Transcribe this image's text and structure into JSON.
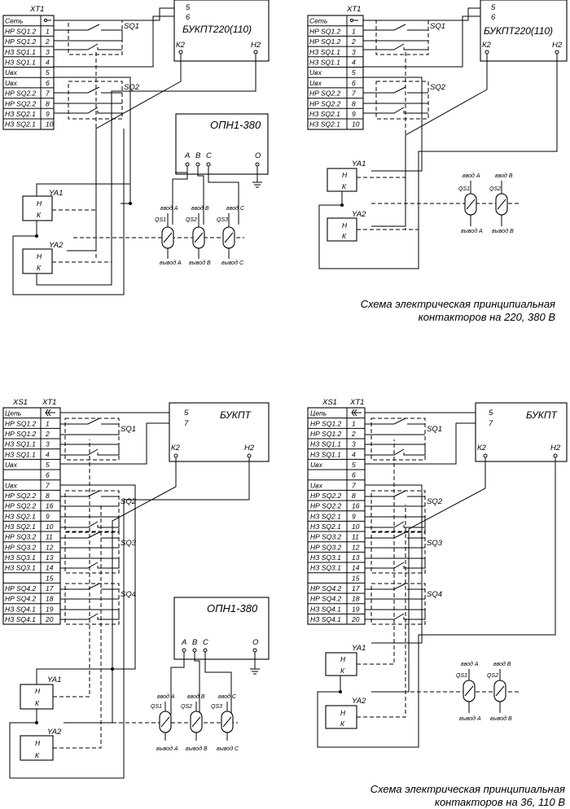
{
  "labels": {
    "xt1": "XT1",
    "xs1": "XS1",
    "bukpt_220": "БУКПТ220(110)",
    "bukpt": "БУКПТ",
    "opn": "ОПН1-380",
    "term5": "5",
    "term6": "6",
    "term7": "7",
    "k2": "К2",
    "h2": "Н2",
    "pA": "A",
    "pB": "B",
    "pC": "C",
    "pO": "O",
    "sq1": "SQ1",
    "sq2": "SQ2",
    "sq3": "SQ3",
    "sq4": "SQ4",
    "ya1": "YA1",
    "ya2": "YA2",
    "coil_n": "Н",
    "coil_k": "К",
    "qs1": "QS1",
    "qs2": "QS2",
    "qs3": "QS3",
    "in_a": "ввод A",
    "in_b": "ввод B",
    "in_c": "ввод C",
    "out_a": "вывод A",
    "out_b": "вывод B",
    "out_c": "вывод C",
    "caption1_line1": "Схема электрическая принципиальная",
    "caption1_line2": "контакторов на 220, 380 В",
    "caption2_line1": "Схема электрическая принципиальная",
    "caption2_line2": "контакторов на 36, 110 В"
  },
  "terminal_block_top": [
    {
      "name": "Сеть",
      "num": ""
    },
    {
      "name": "НР SQ1.2",
      "num": "1"
    },
    {
      "name": "НР SQ1.2",
      "num": "2"
    },
    {
      "name": "НЗ SQ1.1",
      "num": "3"
    },
    {
      "name": "НЗ SQ1.1",
      "num": "4"
    },
    {
      "name": "Uвх",
      "num": "5"
    },
    {
      "name": "Uвх",
      "num": "6"
    },
    {
      "name": "НР SQ2.2",
      "num": "7"
    },
    {
      "name": "НР SQ2.2",
      "num": "8"
    },
    {
      "name": "НЗ SQ2.1",
      "num": "9"
    },
    {
      "name": "НЗ SQ2.1",
      "num": "10"
    }
  ],
  "terminal_block_bottom": [
    {
      "name": "Цепь",
      "num": ""
    },
    {
      "name": "НР SQ1.2",
      "num": "1"
    },
    {
      "name": "НР SQ1.2",
      "num": "2"
    },
    {
      "name": "НЗ SQ1.1",
      "num": "3"
    },
    {
      "name": "НЗ SQ1.1",
      "num": "4"
    },
    {
      "name": "Uвх",
      "num": "5"
    },
    {
      "name": "",
      "num": "6"
    },
    {
      "name": "Uвх",
      "num": "7"
    },
    {
      "name": "НР SQ2.2",
      "num": "8"
    },
    {
      "name": "НР SQ2.2",
      "num": "16"
    },
    {
      "name": "НЗ SQ2.1",
      "num": "9"
    },
    {
      "name": "НЗ SQ2.1",
      "num": "10"
    },
    {
      "name": "НР SQ3.2",
      "num": "11"
    },
    {
      "name": "НР SQ3.2",
      "num": "12"
    },
    {
      "name": "НЗ SQ3.1",
      "num": "13"
    },
    {
      "name": "НЗ SQ3.1",
      "num": "14"
    },
    {
      "name": "",
      "num": "15"
    },
    {
      "name": "НР SQ4.2",
      "num": "17"
    },
    {
      "name": "НР SQ4.2",
      "num": "18"
    },
    {
      "name": "НЗ SQ4.1",
      "num": "19"
    },
    {
      "name": "НЗ SQ4.1",
      "num": "20"
    }
  ]
}
